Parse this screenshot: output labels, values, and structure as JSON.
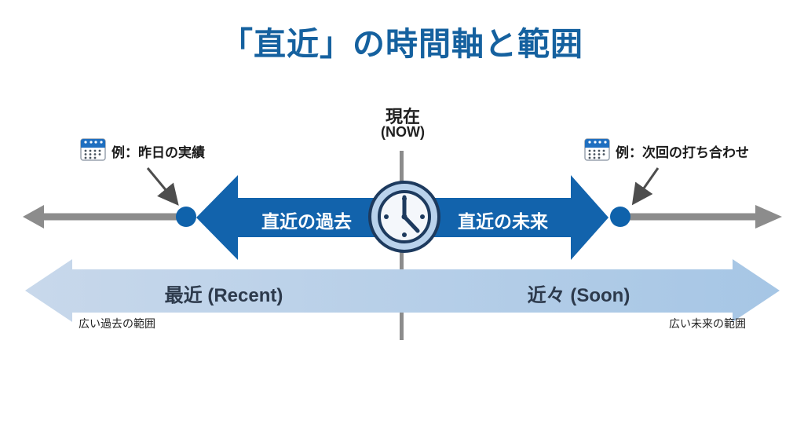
{
  "title": "「直近」の時間軸と範囲",
  "now": {
    "jp": "現在",
    "en": "(NOW)"
  },
  "dark_axis": {
    "recent_past": "直近の過去",
    "recent_future": "直近の未来"
  },
  "light_band": {
    "recent": "最近 (Recent)",
    "soon": "近々 (Soon)",
    "past_range": "広い過去の範囲",
    "future_range": "広い未来の範囲"
  },
  "callouts": {
    "left": "例：昨日の実績",
    "right": "例：次回の打ち合わせ"
  },
  "icons": {
    "left_callout": "calendar-icon",
    "right_callout": "calendar-icon",
    "center": "clock-icon"
  },
  "colors": {
    "title_blue": "#15619f",
    "dark_arrow_blue": "#1263ac",
    "marker_dot_blue": "#0f62ab",
    "light_band_left": "#c8d8eb",
    "light_band_right": "#a6c6e5",
    "axis_gray": "#8c8c8c",
    "callout_arrow_gray": "#4d4d4d",
    "clock_ring": "#b9d2ec",
    "clock_border": "#1d3a5e",
    "clock_face": "#f4f7fb",
    "calendar_header_blue": "#1f6fc0"
  }
}
